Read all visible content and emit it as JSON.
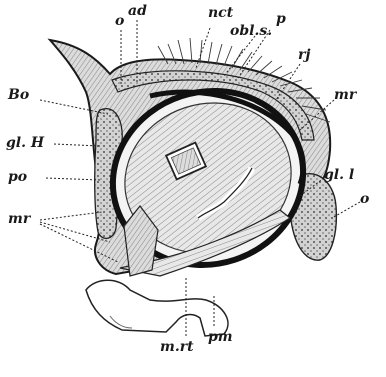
{
  "labels": {
    "o_top": "o",
    "ad": "ad",
    "nct": "nct",
    "p": "p",
    "obl_s": "obl.s.",
    "rj": "rj",
    "bo": "Bo",
    "mr_right": "mr",
    "gl_h": "gl. H",
    "gl_l": "gl. l",
    "po": "po",
    "o_right": "o",
    "mr_left": "mr",
    "m_rt": "m.rt",
    "pm": "pm"
  }
}
